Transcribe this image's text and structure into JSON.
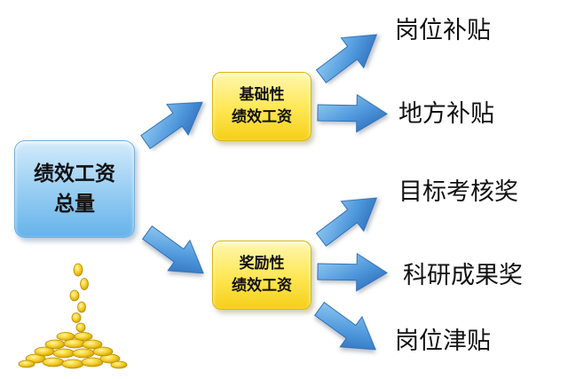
{
  "diagram": {
    "root": {
      "line1": "绩效工资",
      "line2": "总量"
    },
    "branches": [
      {
        "line1": "基础性",
        "line2": "绩效工资",
        "leaves": [
          "岗位补贴",
          "地方补贴"
        ]
      },
      {
        "line1": "奖励性",
        "line2": "绩效工资",
        "leaves": [
          "目标考核奖",
          "科研成果奖",
          "岗位津贴"
        ]
      }
    ]
  },
  "colors": {
    "arrow_light": "#8fc9ef",
    "arrow_dark": "#2b6fbf",
    "root_box": "#9fd1f4",
    "branch_box": "#ffe85a",
    "coin": "#f2c81a"
  },
  "icons": [
    "gold-coin-icon"
  ]
}
